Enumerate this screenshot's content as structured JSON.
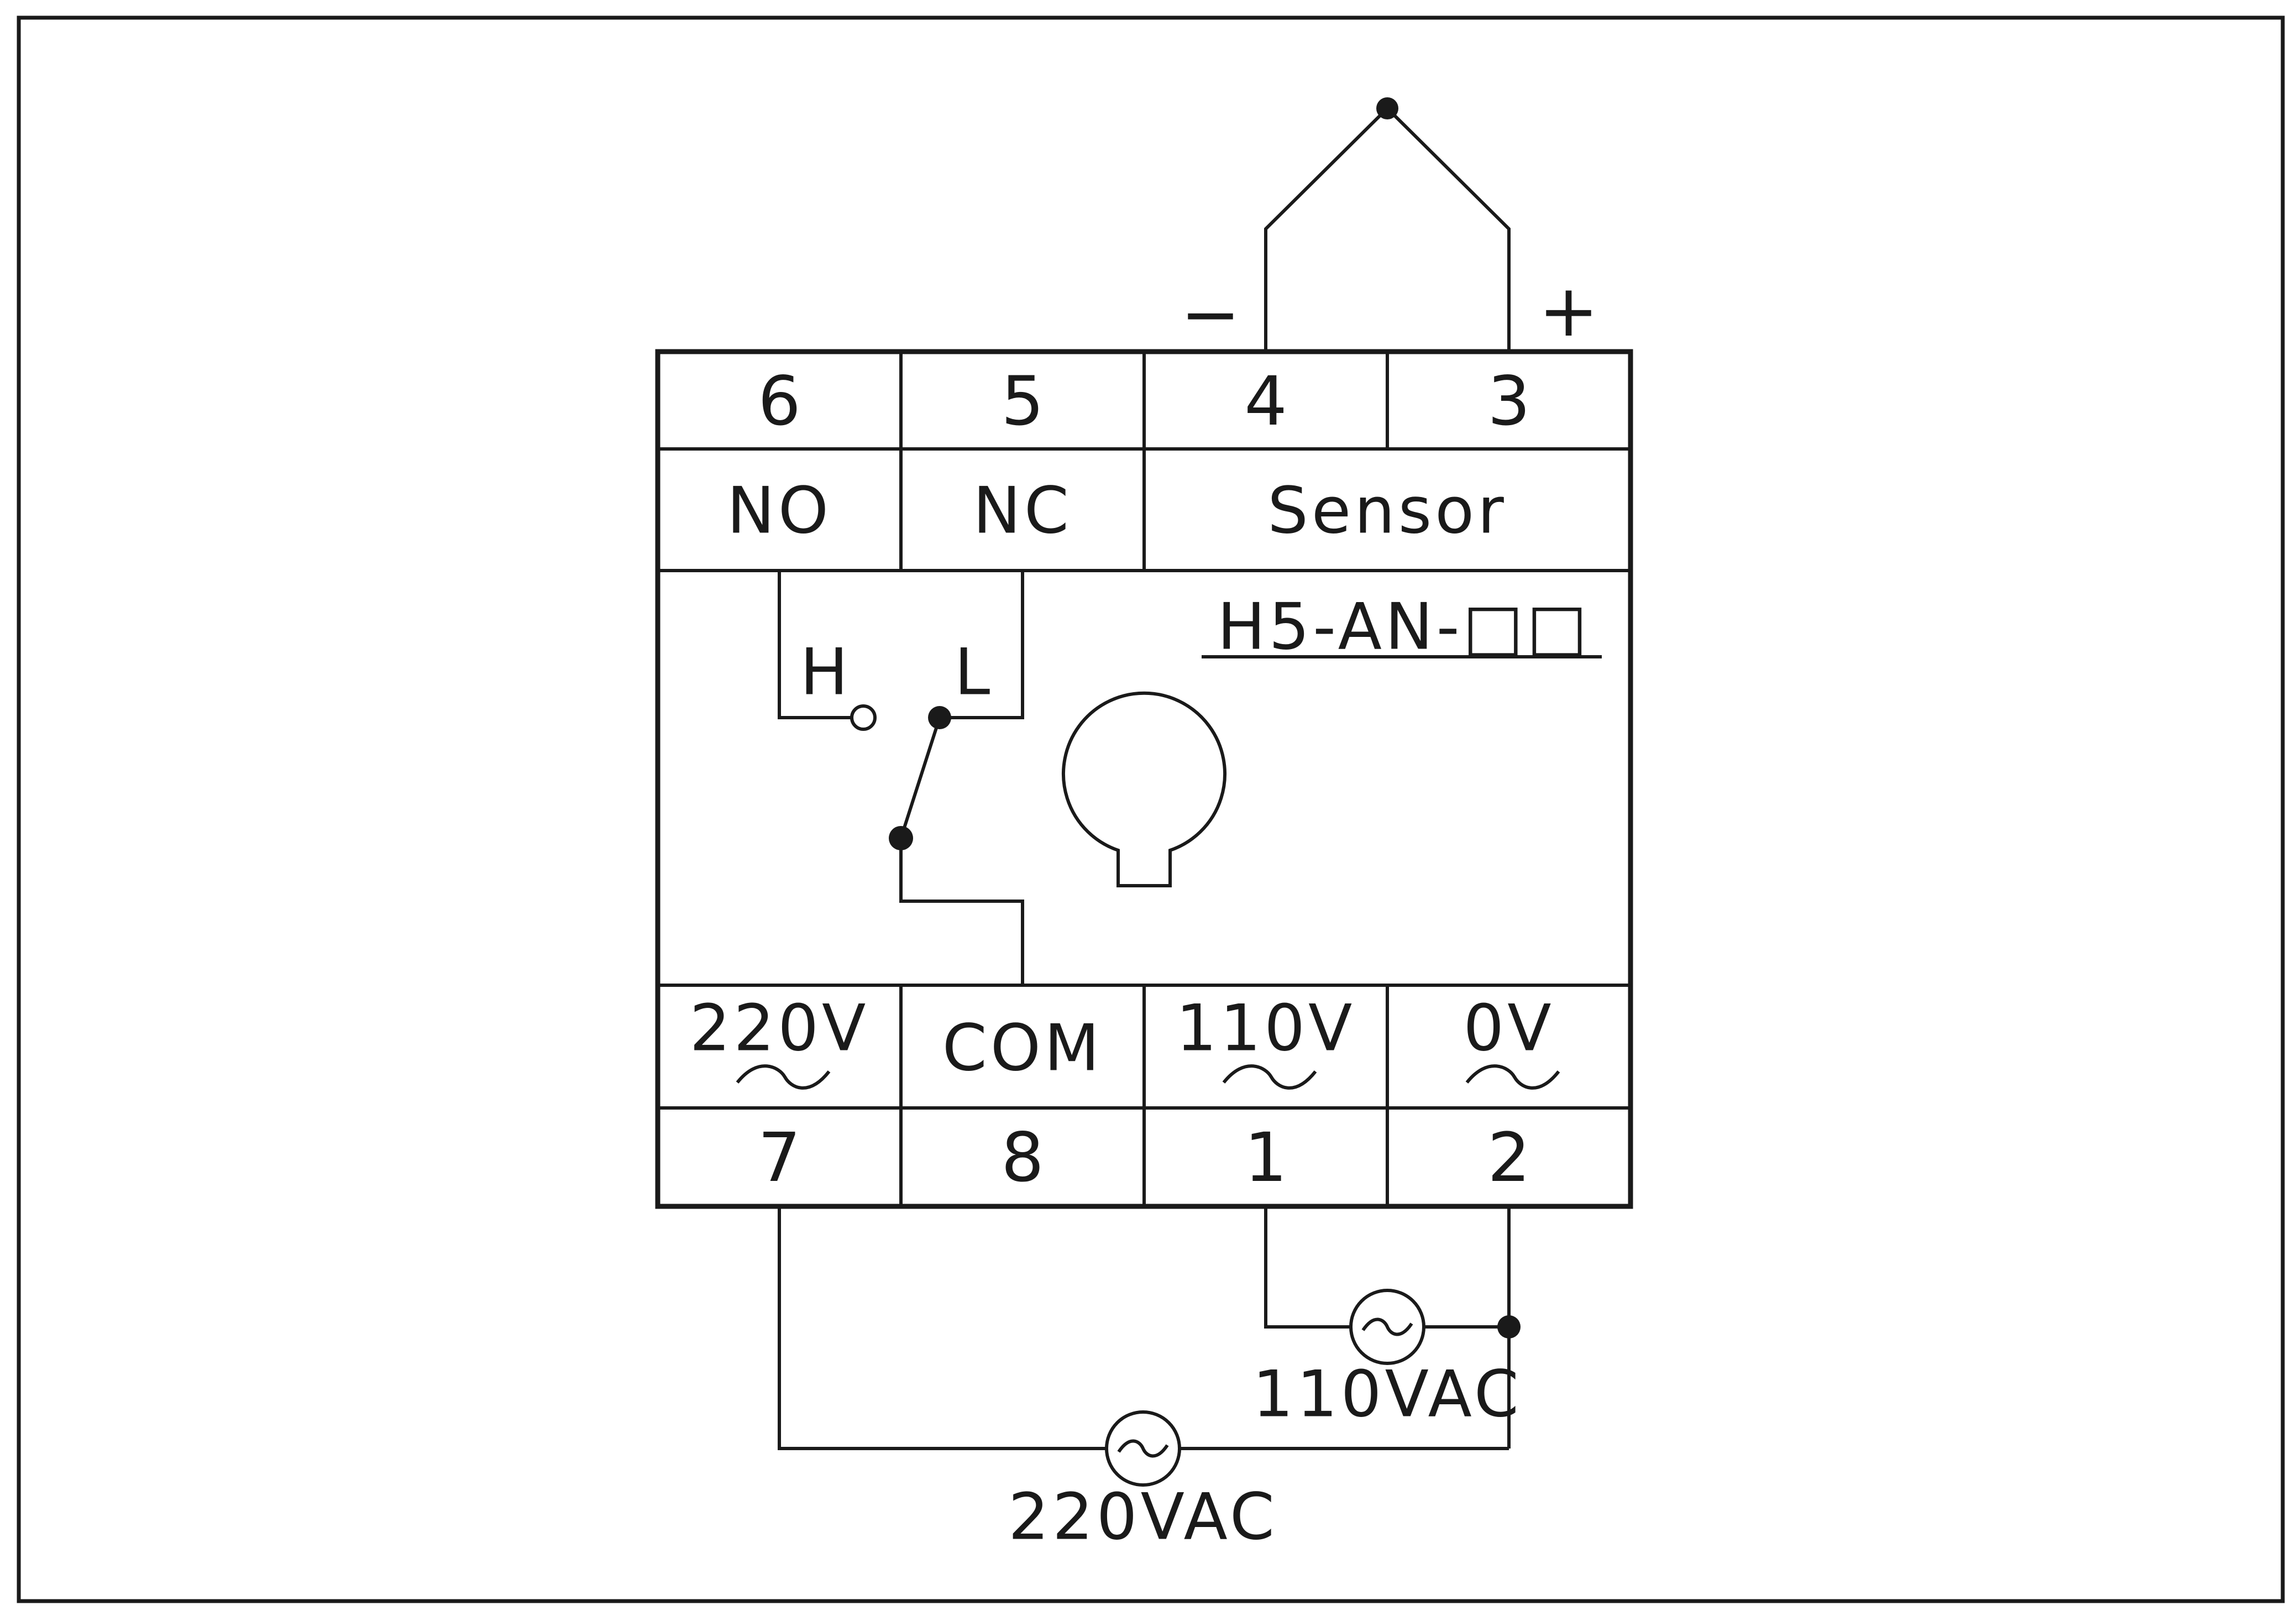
{
  "terminals": {
    "top_numbers": [
      "6",
      "5",
      "4",
      "3"
    ],
    "top_labels": [
      "NO",
      "NC",
      "Sensor"
    ],
    "bottom_labels": [
      "220V",
      "COM",
      "110V",
      "0V"
    ],
    "bottom_numbers": [
      "7",
      "8",
      "1",
      "2"
    ],
    "ac_symbol": "~"
  },
  "relay": {
    "high_label": "H",
    "low_label": "L"
  },
  "model": {
    "text": "H5-AN-□□"
  },
  "sensor": {
    "minus": "−",
    "plus": "+"
  },
  "sources": {
    "ac110": "110VAC",
    "ac220": "220VAC",
    "ac_symbol": "~"
  }
}
